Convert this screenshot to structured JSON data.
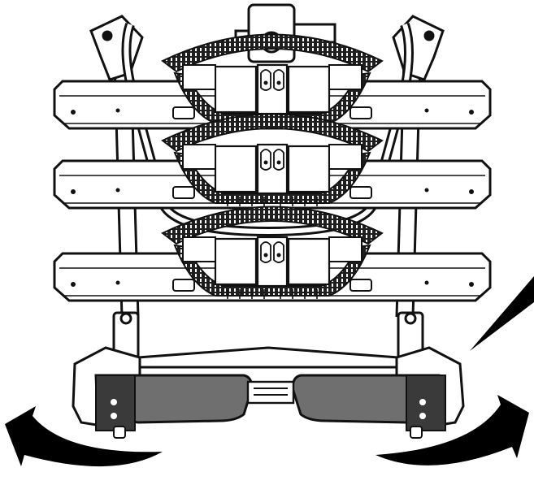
{
  "illustration": {
    "subject": "bike-carrier-rack-folding-instruction",
    "colors": {
      "line": "#111111",
      "fill": "#ffffff",
      "panel_gray": "#6f6f6f",
      "panel_dark": "#3a3a3a",
      "strap_dark": "#1e1e1e",
      "arrow": "#000000"
    },
    "rails": [
      {
        "id": "rail-1",
        "wheel_holder": "wheel-holder-1"
      },
      {
        "id": "rail-2",
        "wheel_holder": "wheel-holder-2"
      },
      {
        "id": "rail-3",
        "wheel_holder": "wheel-holder-3"
      }
    ],
    "arrows": [
      {
        "id": "left",
        "direction": "rotate-up-left"
      },
      {
        "id": "right",
        "direction": "rotate-up-right"
      }
    ],
    "icons": [
      "curved-arrow-left-icon",
      "curved-arrow-right-icon",
      "pointer-callout-icon"
    ]
  }
}
